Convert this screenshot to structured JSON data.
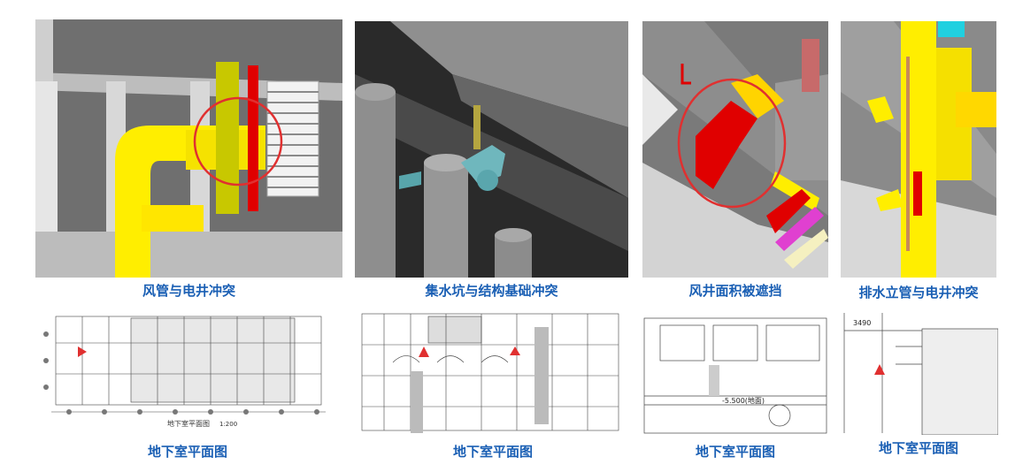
{
  "top_captions": [
    "风管与电井冲突",
    "集水坑与结构基础冲突",
    "风井面积被遮挡",
    "排水立管与电井冲突"
  ],
  "bottom_captions": [
    "地下室平面图",
    "地下室平面图",
    "地下室平面图",
    "地下室平面图"
  ],
  "plan_labels": {
    "plan1_title": "地下室平面图",
    "plan1_scale": "1:200",
    "plan3_level": "-5.500(地面)",
    "plan4_dim": "3490"
  },
  "colors": {
    "caption_blue": "#1a5fb4",
    "duct_yellow": "#ffee00",
    "conflict_red": "#e00000",
    "marker_red": "#e03030"
  }
}
